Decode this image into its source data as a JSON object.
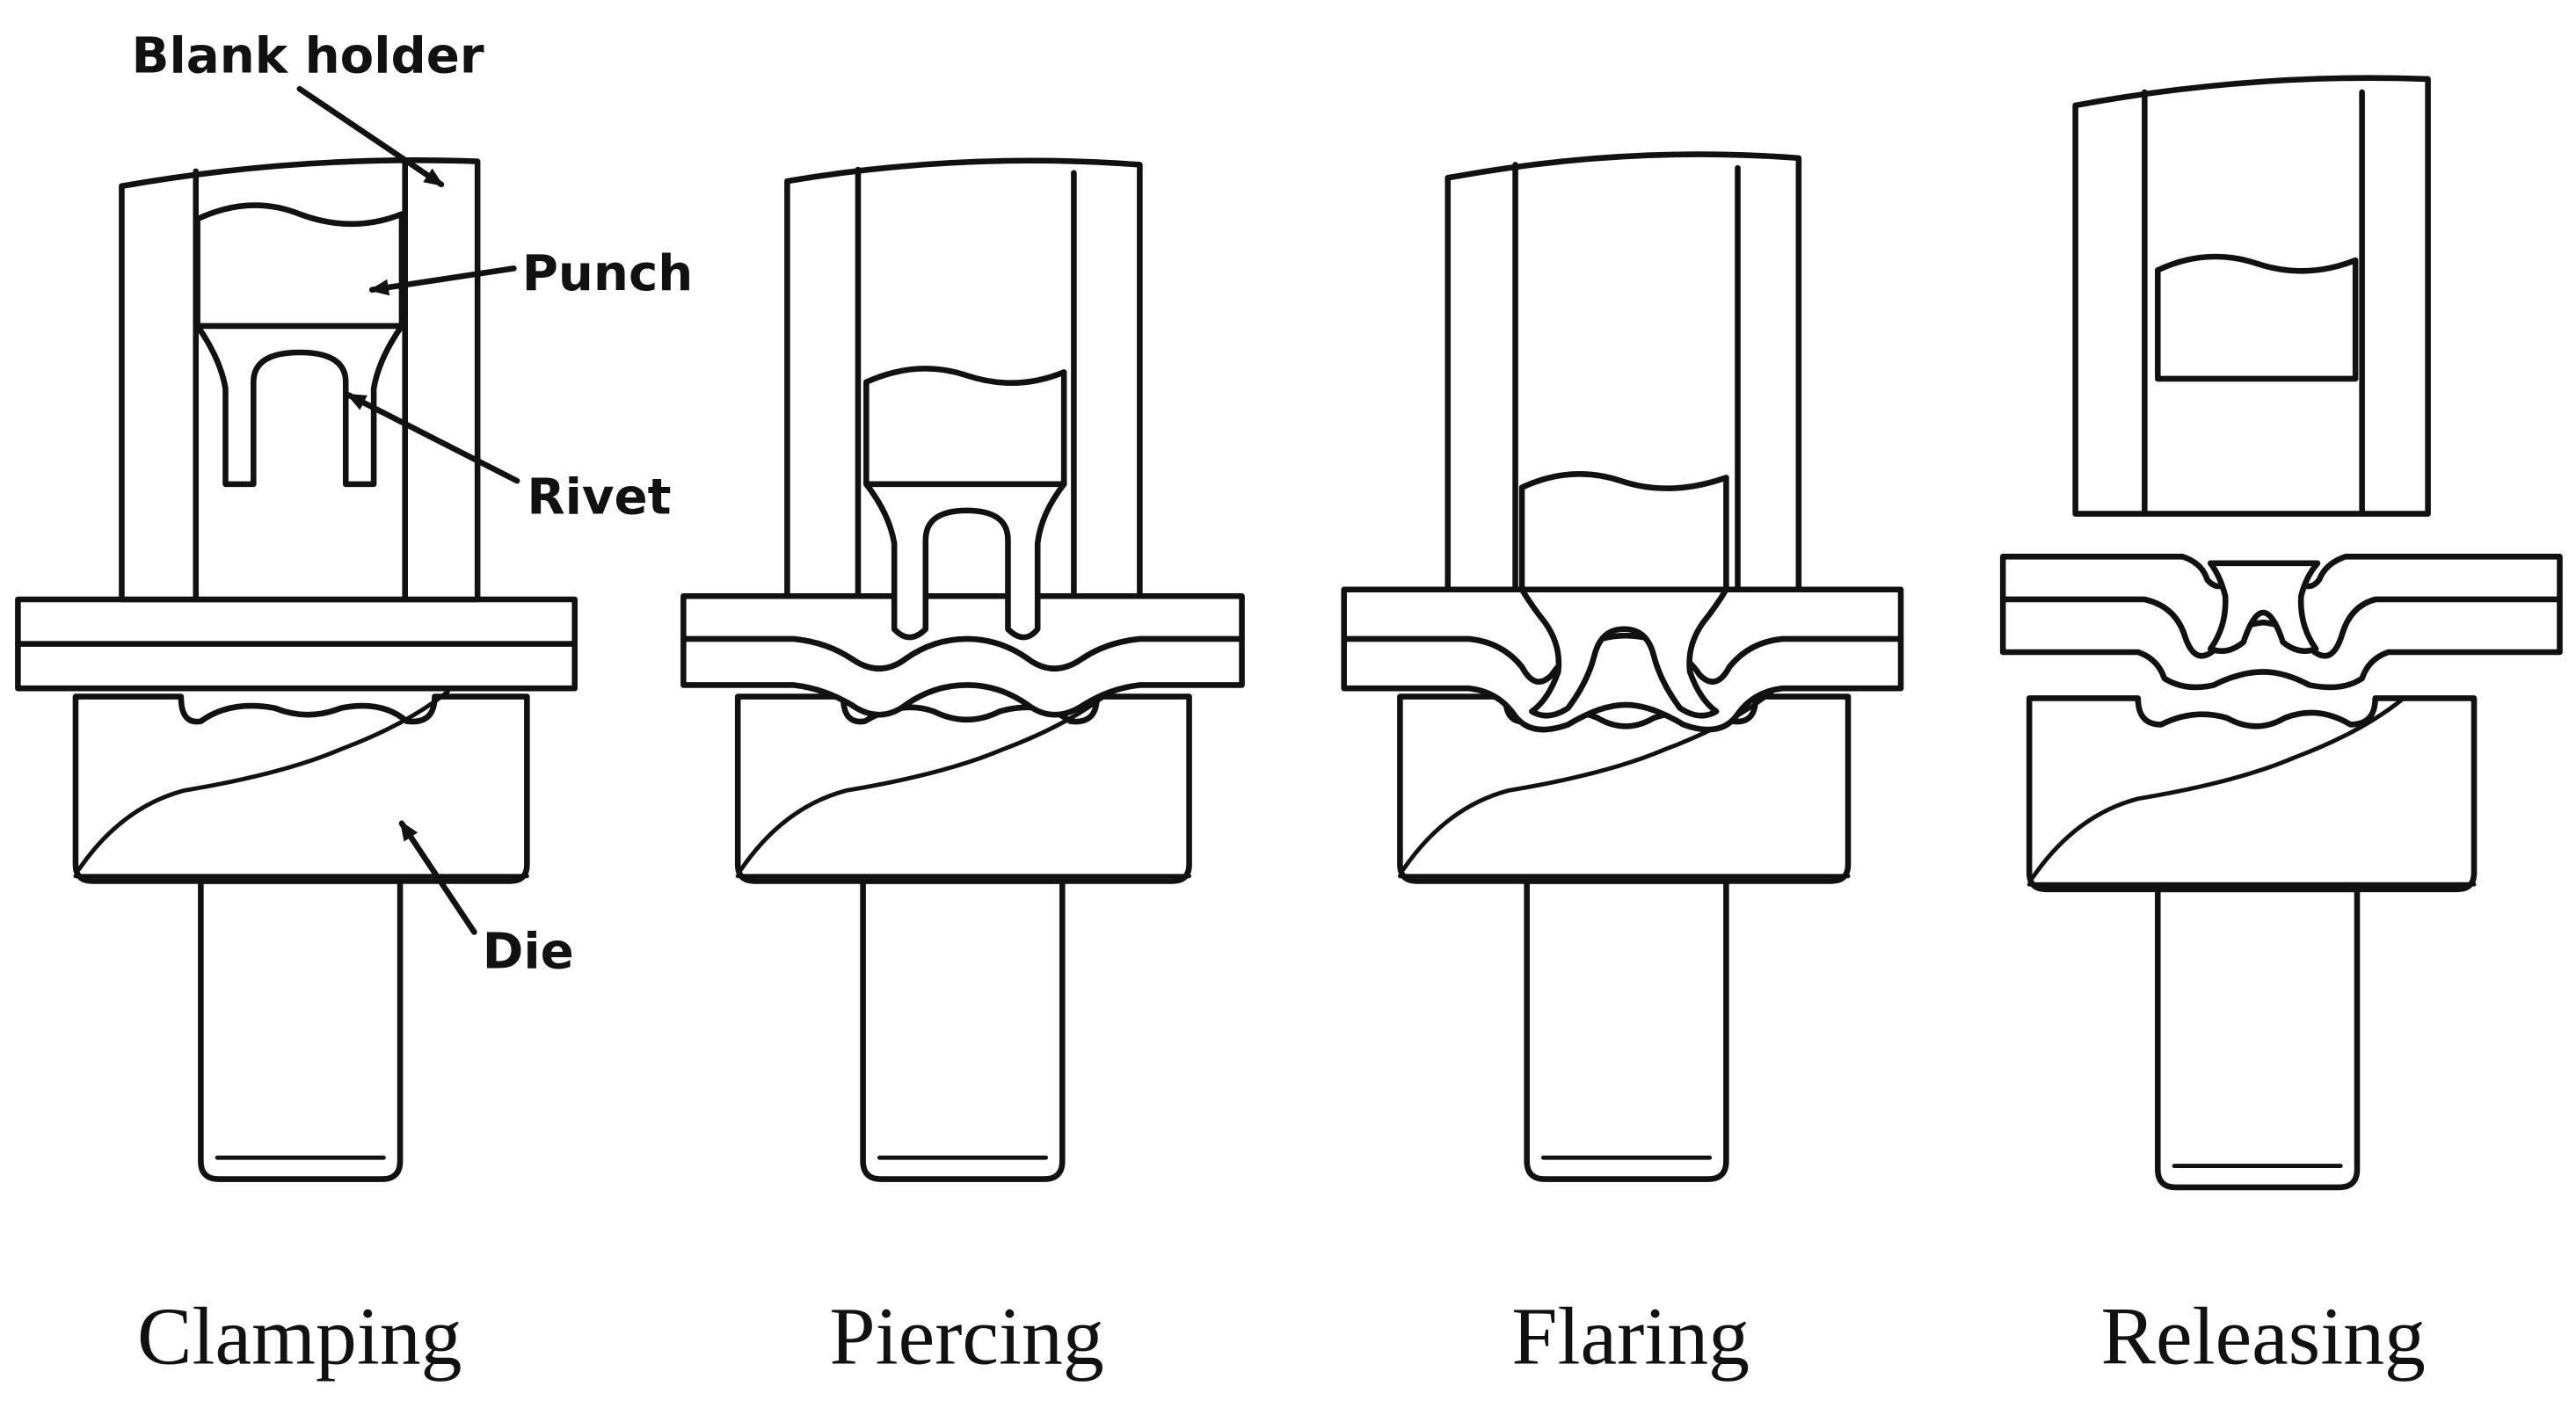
{
  "labels": {
    "blank_holder": "Blank holder",
    "punch": "Punch",
    "rivet": "Rivet",
    "die": "Die"
  },
  "stages": [
    {
      "caption": "Clamping"
    },
    {
      "caption": "Piercing"
    },
    {
      "caption": "Flaring"
    },
    {
      "caption": "Releasing"
    }
  ]
}
